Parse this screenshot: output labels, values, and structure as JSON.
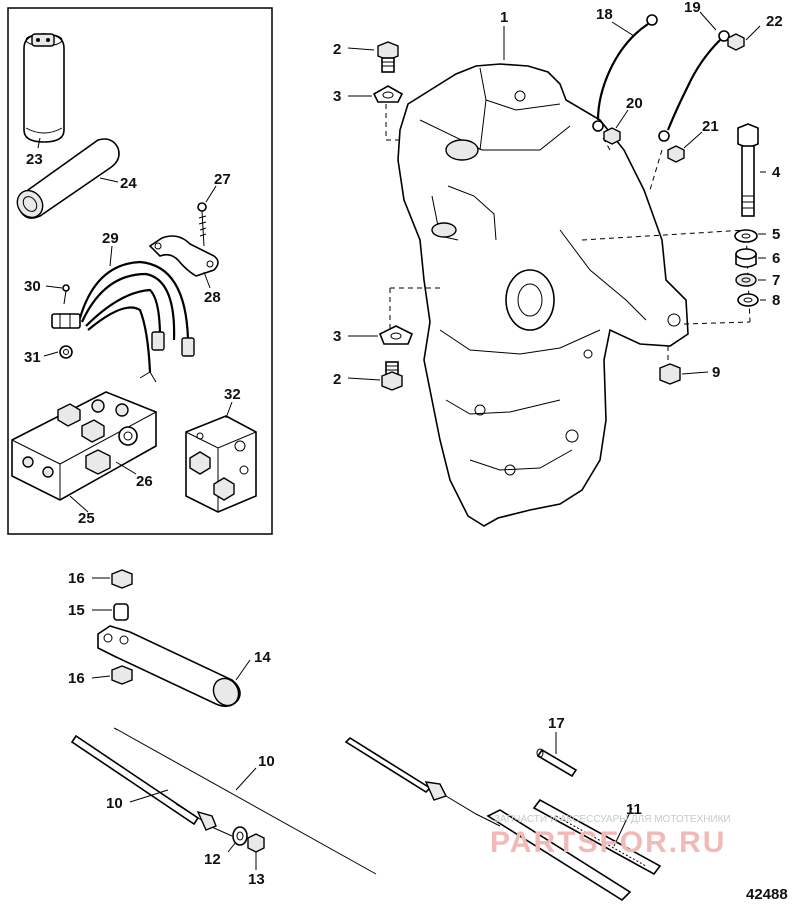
{
  "figure_number": "42488",
  "watermark": {
    "tagline": "ЗАПЧАСТИ И АКСЕССУАРЫ ДЛЯ МОТОТЕХНИКИ",
    "brand": "PARTSFOR.RU"
  },
  "callouts": {
    "c1": "1",
    "c2a": "2",
    "c2b": "2",
    "c3a": "3",
    "c3b": "3",
    "c4": "4",
    "c5": "5",
    "c6": "6",
    "c7": "7",
    "c8": "8",
    "c9": "9",
    "c10a": "10",
    "c10b": "10",
    "c11": "11",
    "c12": "12",
    "c13": "13",
    "c14": "14",
    "c15": "15",
    "c16a": "16",
    "c16b": "16",
    "c17": "17",
    "c18": "18",
    "c19": "19",
    "c20": "20",
    "c21": "21",
    "c22": "22",
    "c23": "23",
    "c24": "24",
    "c25": "25",
    "c26": "26",
    "c27": "27",
    "c28": "28",
    "c29": "29",
    "c30": "30",
    "c31": "31",
    "c32": "32"
  }
}
